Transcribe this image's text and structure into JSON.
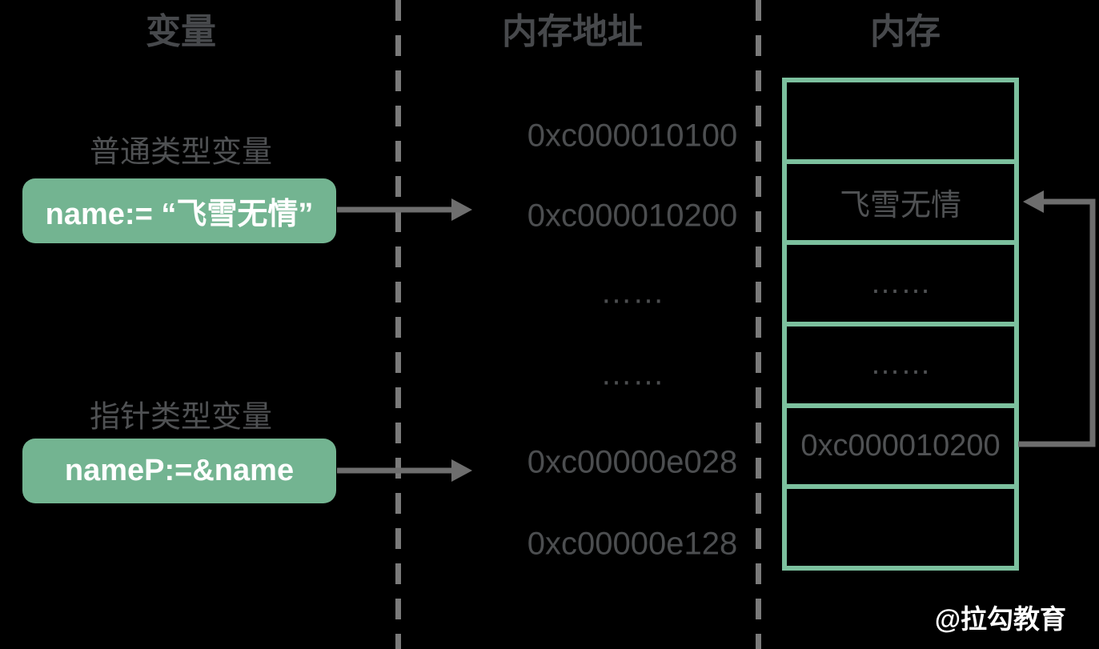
{
  "columns": {
    "variable_title": "变量",
    "address_title": "内存地址",
    "memory_title": "内存"
  },
  "variables": [
    {
      "label": "普通类型变量",
      "code": "name:= “飞雪无情”"
    },
    {
      "label": "指针类型变量",
      "code": "nameP:=&name"
    }
  ],
  "addresses": [
    "0xc000010100",
    "0xc000010200",
    "……",
    "……",
    "0xc00000e028",
    "0xc00000e128"
  ],
  "memory_cells": [
    "",
    "飞雪无情",
    "……",
    "……",
    "0xc000010200",
    ""
  ],
  "watermark": "@拉勾教育",
  "colors": {
    "background": "#000000",
    "box_green": "#73b491",
    "table_border_green": "#7cc09e",
    "line_gray": "#6e6e6e",
    "dash_gray": "#7a7a7a",
    "text_dark": "#47494c",
    "white": "#ffffff"
  }
}
